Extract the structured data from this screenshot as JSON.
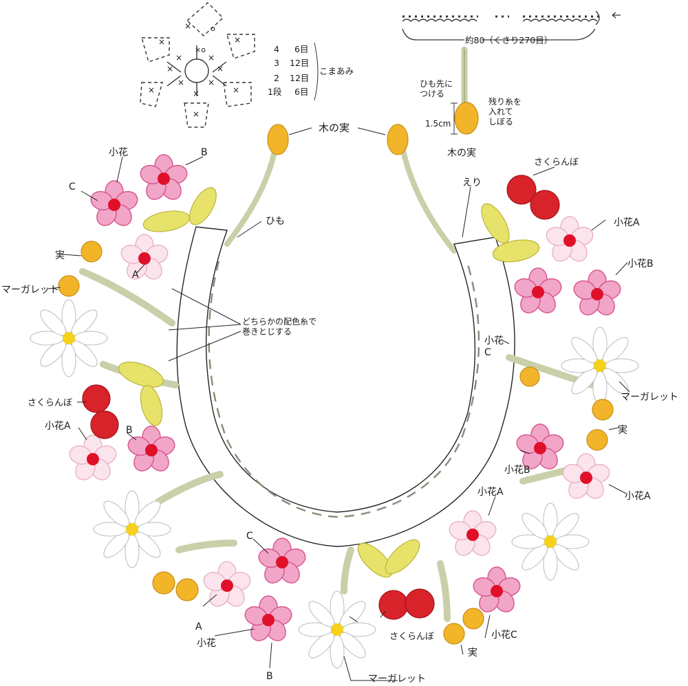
{
  "colors": {
    "flower_pink": "#f1a6c8",
    "flower_pink_edge": "#d9578f",
    "flower_light": "#f9dde6",
    "flower_center": "#e0102a",
    "cherry": "#d8232a",
    "leaf": "#e7e36a",
    "leaf_edge": "#b9b238",
    "stem": "#c9cfa8",
    "berry": "#f2b52a",
    "daisy_center": "#f6d11c",
    "outline": "#222222"
  },
  "stitch_chart": {
    "rounds": [
      {
        "round": "4",
        "stitches": "6目"
      },
      {
        "round": "3",
        "stitches": "12目"
      },
      {
        "round": "2",
        "stitches": "12目"
      },
      {
        "round": "1段",
        "stitches": "6目"
      }
    ],
    "stitch_type": "こまあみ"
  },
  "cord": {
    "length_label": "約80（くさり270目）"
  },
  "nut_detail": {
    "label_attach": "ひも先に\nつける",
    "label_size": "1.5cm",
    "label_stuff": "残り糸を\n入れて\nしぼる",
    "label_name": "木の実"
  },
  "labels": {
    "kinomi_top": "木の実",
    "himo": "ひも",
    "eri": "えり",
    "kobana": "小花",
    "b_top": "B",
    "c_top": "C",
    "mi_left": "実",
    "a_left": "A",
    "margaret_left": "マーガレット",
    "sewing_note": "どちらかの配色糸で\n巻きとじする",
    "sakuranbo_left": "さくらんぼ",
    "kobana_a_left": "小花A",
    "b_left": "B",
    "c_bottom": "C",
    "a_bottom": "A",
    "kobana_bottom": "小花",
    "b_bottom": "B",
    "sakuranbo_bottom": "さくらんぼ",
    "mi_bottom": "実",
    "kobana_c_bottom": "小花C",
    "margaret_bottom": "マーガレット",
    "sakuranbo_right": "さくらんぼ",
    "kobana_a_right": "小花A",
    "kobana_b_right": "小花B",
    "kobana_c_right": "小花\nC",
    "margaret_right": "マーガレット",
    "mi_right": "実",
    "kobana_b_right2": "小花B",
    "kobana_a_right2": "小花A",
    "kobana_a_right3": "小花A"
  }
}
